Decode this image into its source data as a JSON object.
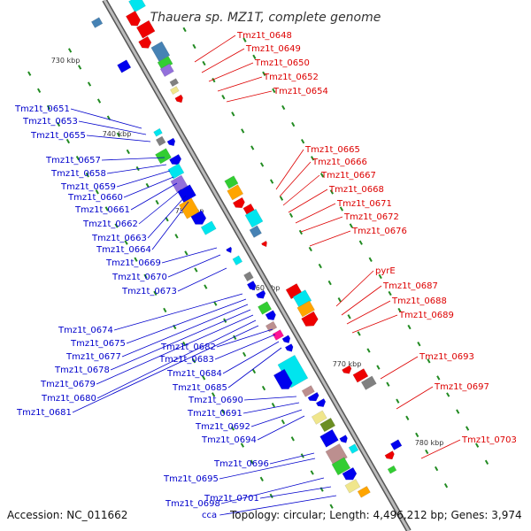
{
  "title": "Thauera sp. MZ1T, complete genome",
  "footer": {
    "accession": "Accession: NC_011662",
    "topology": "Topology: circular; Length: 4,496,212 bp; Genes: 3,974"
  },
  "ticks": [
    "730 kbp",
    "740 kbp",
    "750 kbp",
    "760 kbp",
    "770 kbp",
    "780 kbp"
  ],
  "labels_left": [
    "Tmz1t_0651",
    "Tmz1t_0653",
    "Tmz1t_0655",
    "Tmz1t_0657",
    "Tmz1t_0658",
    "Tmz1t_0659",
    "Tmz1t_0660",
    "Tmz1t_0661",
    "Tmz1t_0662",
    "Tmz1t_0663",
    "Tmz1t_0664",
    "Tmz1t_0669",
    "Tmz1t_0670",
    "Tmz1t_0673",
    "Tmz1t_0674",
    "Tmz1t_0675",
    "Tmz1t_0677",
    "Tmz1t_0678",
    "Tmz1t_0679",
    "Tmz1t_0680",
    "Tmz1t_0681",
    "Tmz1t_0682",
    "Tmz1t_0683",
    "Tmz1t_0684",
    "Tmz1t_0685",
    "Tmz1t_0690",
    "Tmz1t_0691",
    "Tmz1t_0692",
    "Tmz1t_0694",
    "Tmz1t_0696",
    "Tmz1t_0695",
    "Tmz1t_0698",
    "Tmz1t_0701",
    "cca"
  ],
  "labels_right": [
    "Tmz1t_0648",
    "Tmz1t_0649",
    "Tmz1t_0650",
    "Tmz1t_0652",
    "Tmz1t_0654",
    "Tmz1t_0665",
    "Tmz1t_0666",
    "Tmz1t_0667",
    "Tmz1t_0668",
    "Tmz1t_0671",
    "Tmz1t_0672",
    "Tmz1t_0676",
    "pyrE",
    "Tmz1t_0687",
    "Tmz1t_0688",
    "Tmz1t_0689",
    "Tmz1t_0693",
    "Tmz1t_0697",
    "Tmz1t_0703"
  ],
  "colors": {
    "forward_label": "#dd0000",
    "reverse_label": "#0000cc",
    "backbone": "#888888",
    "tick_mark": "#228b22",
    "gene_palette": [
      "#ee0000",
      "#0000ee",
      "#00e5ee",
      "#32cd32",
      "#ffa500",
      "#9370db",
      "#808080",
      "#4682b4",
      "#ff1493",
      "#f0e68c",
      "#bc8f8f",
      "#6b8e23"
    ]
  }
}
